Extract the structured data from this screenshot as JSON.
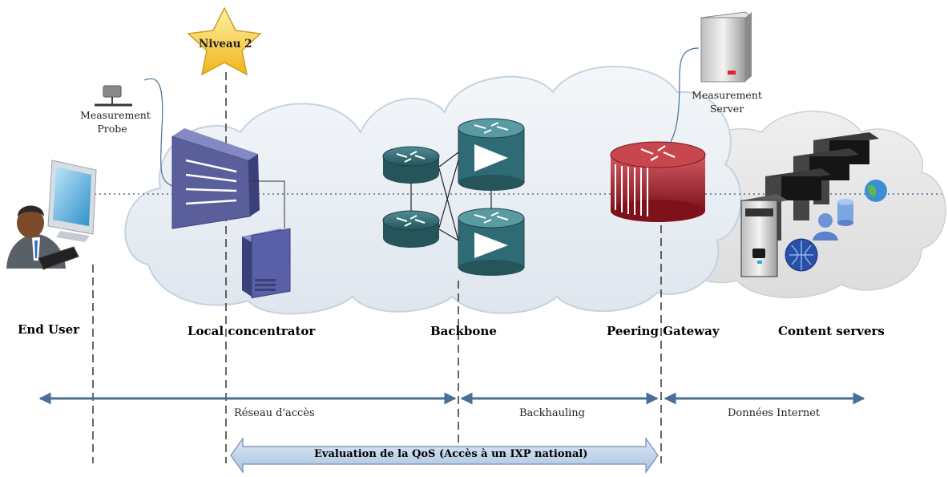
{
  "star": {
    "label": "Niveau 2"
  },
  "probe": {
    "line1": "Measurement",
    "line2": "Probe"
  },
  "server": {
    "line1": "Measurement",
    "line2": "Server"
  },
  "nodes": {
    "end_user": "End User",
    "local_concentrator": "Local concentrator",
    "backbone": "Backbone",
    "peering_gateway": "Peering Gateway",
    "content_servers": "Content servers"
  },
  "segments": {
    "access": "Réseau d'accès",
    "backhauling": "Backhauling",
    "internet": "Données Internet"
  },
  "qos": {
    "label": "Evaluation de la QoS (Accès à un IXP national)"
  },
  "colors": {
    "cloud": "#e8eef4",
    "cloud_stroke": "#c6d2de",
    "gray_cloud": "#e6e6e6",
    "arrow": "#4a6f96",
    "qos_fill": "#c9d9ee",
    "router": "#2f6b74",
    "gateway": "#a8202a",
    "concentrator": "#5a5f9c",
    "star": "#f4c430"
  }
}
